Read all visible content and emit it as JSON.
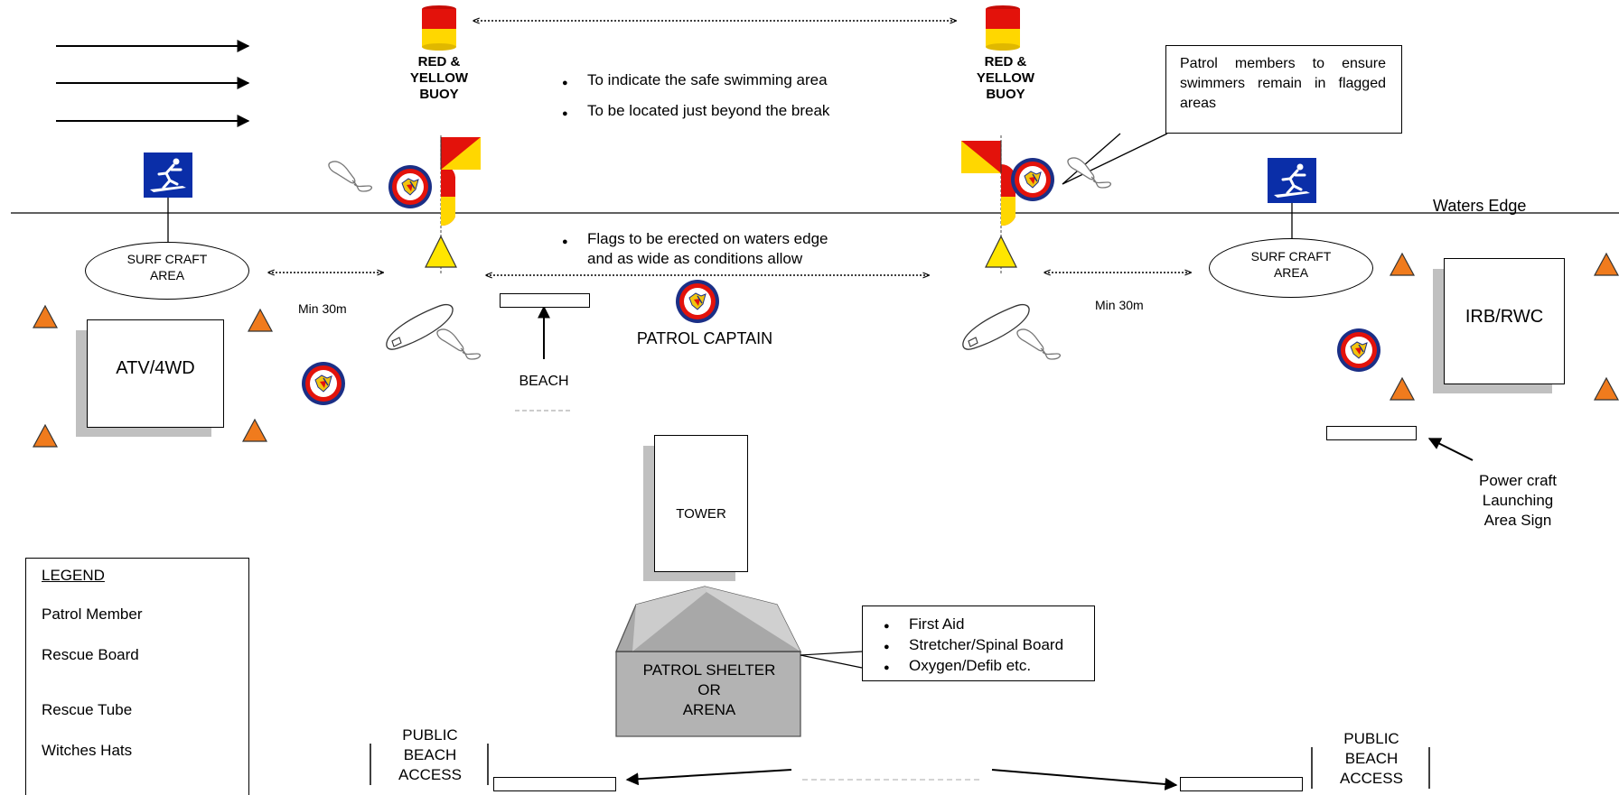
{
  "buoy_label": "RED & YELLOW BUOY",
  "buoy_label_line1": "RED &",
  "buoy_label_line2": "YELLOW",
  "buoy_label_line3": "BUOY",
  "buoy_notes": [
    "To indicate the safe swimming area",
    "To be located just beyond the break"
  ],
  "flag_note_line1": "Flags to be erected on waters edge",
  "flag_note_line2": "and as wide as conditions allow",
  "patrol_callout": "Patrol members to ensure swimmers remain in flagged areas",
  "waters_edge": "Waters Edge",
  "surf_craft_area_line1": "SURF CRAFT",
  "surf_craft_area_line2": "AREA",
  "min_distance": "Min 30m",
  "atv": "ATV/4WD",
  "irb": "IRB/RWC",
  "beach_sign": "BEACH",
  "patrol_captain": "PATROL CAPTAIN",
  "tower": "TOWER",
  "shelter_line1": "PATROL SHELTER",
  "shelter_line2": "OR",
  "shelter_line3": "ARENA",
  "shelter_items": [
    "First Aid",
    "Stretcher/Spinal Board",
    "Oxygen/Defib etc."
  ],
  "power_craft_line1": "Power craft",
  "power_craft_line2": "Launching",
  "power_craft_line3": "Area Sign",
  "public_access_line1": "PUBLIC",
  "public_access_line2": "BEACH",
  "public_access_line3": "ACCESS",
  "legend": {
    "title": "LEGEND",
    "items": [
      "Patrol Member",
      "Rescue Board",
      "Rescue Tube",
      "Witches Hats"
    ]
  },
  "colors": {
    "buoy_red": "#e3120b",
    "buoy_yellow": "#ffd700",
    "witches_hat": "#f07b1d",
    "sign_blue": "#0a2ea8",
    "shelter_grey": "#b3b3b3",
    "shadow_grey": "#c0c0c0"
  },
  "icons": [
    "patrol-member-icon",
    "rescue-board-icon",
    "rescue-tube-icon",
    "witches-hat-icon",
    "surfer-sign-icon",
    "flag-icon",
    "buoy-icon"
  ]
}
